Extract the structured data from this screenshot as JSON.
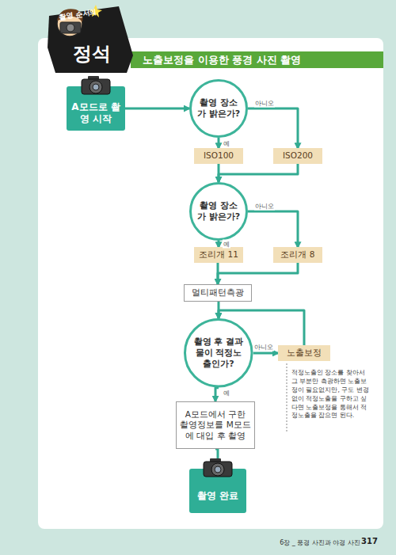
{
  "diagram": {
    "title": "노출보정을 이용한 풍경 사진 촬영",
    "nodes": [
      {
        "text": [
          "A모드로 촬영 시작"
        ]
      },
      {
        "text": [
          "촬영 장소가 밝은가?"
        ]
      },
      {
        "text": [
          "ISO100"
        ]
      },
      {
        "text": [
          "ISO200"
        ]
      },
      {
        "text": [
          "촬영 장소가 밝은가?"
        ]
      },
      {
        "text": [
          "조리개 11"
        ]
      },
      {
        "text": [
          "조리개 8"
        ]
      },
      {
        "text": [
          "멀티패턴측광"
        ]
      },
      {
        "text": [
          "촬영 후 결과물이 적정노출인가?"
        ]
      },
      {
        "text": [
          "노출보정"
        ]
      },
      {
        "text": [
          "A모드에서 구한 촬영정보를 M모드에 대입 후 촬영"
        ]
      },
      {
        "text": [
          "촬영 완료"
        ]
      }
    ],
    "edges": [
      {
        "from": 0,
        "to": 1,
        "arrow": "to"
      },
      {
        "from": 1,
        "to": 2,
        "label": "예",
        "arrow": "to"
      },
      {
        "from": 1,
        "to": 3,
        "label": "아니오",
        "arrow": "to"
      },
      {
        "from": 2,
        "to": 4,
        "arrow": "to"
      },
      {
        "from": 3,
        "to": 4,
        "arrow": "to"
      },
      {
        "from": 4,
        "to": 5,
        "label": "예",
        "arrow": "to"
      },
      {
        "from": 4,
        "to": 6,
        "label": "아니오",
        "arrow": "to"
      },
      {
        "from": 5,
        "to": 7,
        "arrow": "to"
      },
      {
        "from": 6,
        "to": 7,
        "arrow": "to"
      },
      {
        "from": 7,
        "to": 8,
        "arrow": "to"
      },
      {
        "from": 8,
        "to": 9,
        "label": "아니오",
        "arrow": "to"
      },
      {
        "from": 9,
        "to": 8,
        "arrow": "to"
      },
      {
        "from": 8,
        "to": 10,
        "label": "예",
        "arrow": "to"
      },
      {
        "from": 10,
        "to": 11,
        "arrow": "to"
      }
    ],
    "labels": [
      "촬영 순서의",
      "정석",
      "적정노출인 장소를 찾아서 그 부분만 측광하면 노출보정이 필요없지만, 구도 변경 없이 적정노출을 구하고 싶다면 노출보정을 통해서 적정노출을 잡으면 된다.",
      "6장 _ 풍경 사진과 야경 사진",
      "317"
    ]
  }
}
